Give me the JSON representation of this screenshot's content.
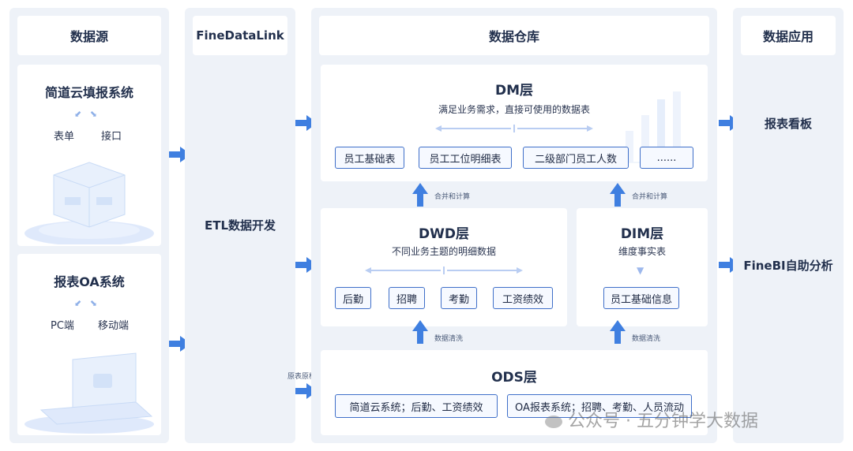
{
  "columns": {
    "sources": "数据源",
    "tool": "FineDataLink",
    "warehouse": "数据仓库",
    "apps": "数据应用"
  },
  "sources": {
    "card1": {
      "title": "简道云填报系统",
      "left": "表单",
      "right": "接口"
    },
    "card2": {
      "title": "报表OA系统",
      "left": "PC端",
      "right": "移动端"
    }
  },
  "tool": {
    "etl": "ETL数据开发"
  },
  "dm": {
    "title": "DM层",
    "desc": "满足业务需求，直接可使用的数据表",
    "tables": [
      "员工基础表",
      "员工工位明细表",
      "二级部门员工人数",
      "......"
    ]
  },
  "dwd": {
    "title": "DWD层",
    "desc": "不同业务主题的明细数据",
    "tables": [
      "后勤",
      "招聘",
      "考勤",
      "工资绩效"
    ]
  },
  "dim": {
    "title": "DIM层",
    "desc": "维度事实表",
    "tables": [
      "员工基础信息"
    ]
  },
  "ods": {
    "title": "ODS层",
    "tables": [
      "简道云系统；后勤、工资绩效",
      "OA报表系统；招聘、考勤、人员流动"
    ]
  },
  "labels": {
    "merge1": "合并和计算",
    "merge2": "合并和计算",
    "clean1": "数据清洗",
    "clean2": "数据清洗",
    "raw": "原表原样"
  },
  "apps": {
    "app1": "报表看板",
    "app2": "FineBI自助分析"
  },
  "watermark": "公众号 · 五分钟学大数据",
  "colors": {
    "arrow": "#3f7fe0",
    "border": "#3f6fc9",
    "panel": "#eef2f8"
  }
}
